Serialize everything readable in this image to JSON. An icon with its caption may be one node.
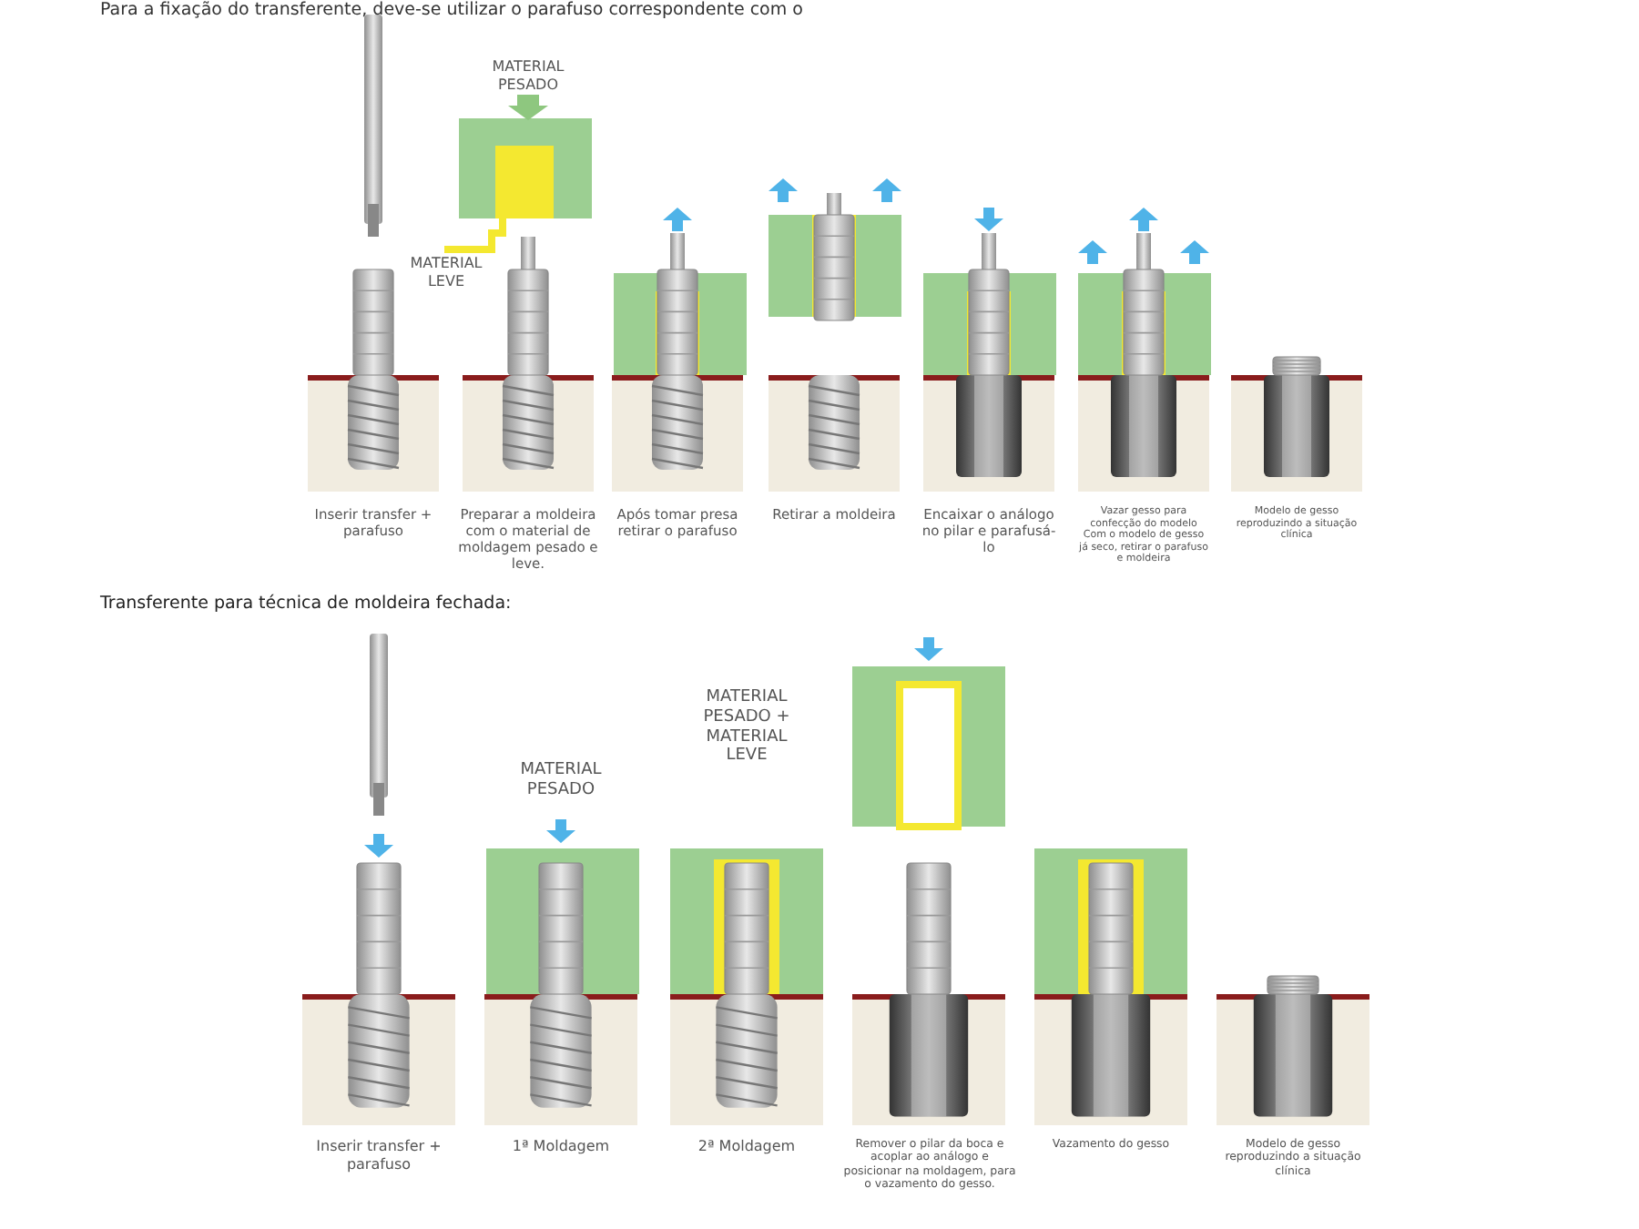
{
  "diagram": {
    "labels": [
      "Para a fixação do transferente, deve-se utilizar o parafuso correspondente com o",
      "MATERIAL PESADO",
      "MATERIAL LEVE",
      "Inserir transfer + parafuso",
      "Preparar a moldeira com o material de moldagem pesado e leve.",
      "Após tomar presa retirar o parafuso",
      "Retirar a moldeira",
      "Encaixar o análogo no pilar e parafusá-lo",
      "Vazar gesso para confecção do modelo Com o modelo de gesso já seco, retirar o parafuso e moldeira",
      "Modelo de gesso reproduzindo a situação clínica",
      "Transferente para técnica de moldeira fechada:",
      "MATERIAL PESADO",
      "MATERIAL PESADO + MATERIAL LEVE",
      "Inserir transfer + parafuso",
      "1ª Moldagem",
      "2ª Moldagem",
      "Remover o pilar da boca e acoplar ao análogo e posicionar na moldagem, para o vazamento do gesso.",
      "Vazamento do gesso",
      "Modelo de gesso reproduzindo a situação clínica"
    ]
  }
}
